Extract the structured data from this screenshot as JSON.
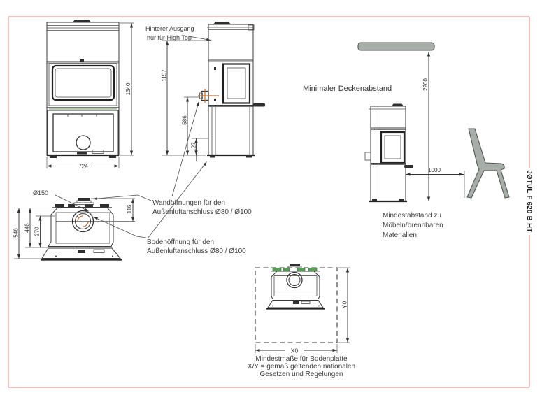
{
  "drawing": {
    "model": "JØTUL F 620 B HT",
    "front_view": {
      "height": "1340",
      "width": "724"
    },
    "side_view": {
      "rear_outlet_note": [
        "Hinterer Ausgang",
        "nur für High Top"
      ],
      "outlet_height": "1157",
      "wall_opening_height": "586",
      "floor_opening_offset": "127"
    },
    "top_view": {
      "flue_diameter": "Ø150",
      "depth_total": "546",
      "depth_body": "446",
      "flue_center_from_front": "270",
      "rear_offset": "116"
    },
    "air_supply": {
      "wall": [
        "Wandöffnungen für den",
        "Außenluftanschluss Ø80 / Ø100"
      ],
      "floor": [
        "Bodenöffnung für den",
        "Außenluftanschluss Ø80 / Ø100"
      ]
    },
    "clearances": {
      "ceiling_title": "Minimaler Deckenabstand",
      "ceiling_distance": "2200",
      "furniture_distance": "1000",
      "furniture_note": [
        "Mindestabstand zu",
        "Möbeln/brennbaren",
        "Materialien"
      ]
    },
    "floor_plate": {
      "x": "X0",
      "y": "Y0",
      "caption": [
        "Mindestmaße für Bodenplatte",
        "X/Y = gemäß geltenden nationalen",
        "Gesetzen und Regelungen"
      ]
    },
    "colors": {
      "border": "#e59c94",
      "line": "#3a3a3a",
      "accent_orange": "#c0763a",
      "accent_green": "#55a055",
      "gray_fill": "#a7aeaa"
    }
  }
}
